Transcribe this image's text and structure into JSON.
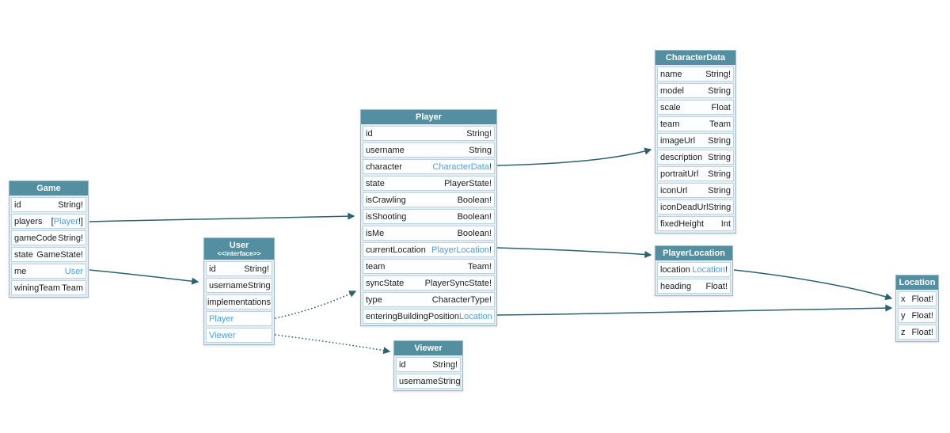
{
  "diagram": {
    "colors": {
      "header_bg": "#538fa0",
      "header_text": "#ffffff",
      "node_bg": "#e3edf3",
      "node_border": "#9cbcca",
      "row_bg": "#fcfeff",
      "row_border": "#bdd3de",
      "link": "#4fa0d9",
      "arrow": "#2d6170",
      "text": "#1b1b1b"
    }
  },
  "entities": {
    "game": {
      "title": "Game",
      "rows": [
        {
          "field": "id",
          "type": "String!"
        },
        {
          "field": "players",
          "pre": "[",
          "link": "Player",
          "post": "!]"
        },
        {
          "field": "gameCode",
          "type": "String!"
        },
        {
          "field": "state",
          "type": "GameState!"
        },
        {
          "field": "me",
          "link": "User"
        },
        {
          "field": "winingTeam",
          "type": "Team"
        }
      ]
    },
    "user": {
      "title": "User",
      "subtitle": "<<interface>>",
      "rows": [
        {
          "field": "id",
          "type": "String!"
        },
        {
          "field": "username",
          "type": "String"
        },
        {
          "field": "implementations",
          "center": true
        },
        {
          "field": "Player",
          "link_field": true
        },
        {
          "field": "Viewer",
          "link_field": true
        }
      ]
    },
    "player": {
      "title": "Player",
      "rows": [
        {
          "field": "id",
          "type": "String!"
        },
        {
          "field": "username",
          "type": "String"
        },
        {
          "field": "character",
          "link": "CharacterData",
          "post": "!"
        },
        {
          "field": "state",
          "type": "PlayerState!"
        },
        {
          "field": "isCrawling",
          "type": "Boolean!"
        },
        {
          "field": "isShooting",
          "type": "Boolean!"
        },
        {
          "field": "isMe",
          "type": "Boolean!"
        },
        {
          "field": "currentLocation",
          "link": "PlayerLocation",
          "post": "!"
        },
        {
          "field": "team",
          "type": "Team!"
        },
        {
          "field": "syncState",
          "type": "PlayerSyncState!"
        },
        {
          "field": "type",
          "type": "CharacterType!"
        },
        {
          "field": "enteringBuildingPosition",
          "link": "Location"
        }
      ]
    },
    "viewer": {
      "title": "Viewer",
      "rows": [
        {
          "field": "id",
          "type": "String!"
        },
        {
          "field": "username",
          "type": "String"
        }
      ]
    },
    "characterData": {
      "title": "CharacterData",
      "rows": [
        {
          "field": "name",
          "type": "String!"
        },
        {
          "field": "model",
          "type": "String"
        },
        {
          "field": "scale",
          "type": "Float"
        },
        {
          "field": "team",
          "type": "Team"
        },
        {
          "field": "imageUrl",
          "type": "String"
        },
        {
          "field": "description",
          "type": "String"
        },
        {
          "field": "portraitUrl",
          "type": "String"
        },
        {
          "field": "iconUrl",
          "type": "String"
        },
        {
          "field": "iconDeadUrl",
          "type": "String"
        },
        {
          "field": "fixedHeight",
          "type": "Int"
        }
      ]
    },
    "playerLocation": {
      "title": "PlayerLocation",
      "rows": [
        {
          "field": "location",
          "link": "Location",
          "post": "!"
        },
        {
          "field": "heading",
          "type": "Float!"
        }
      ]
    },
    "location": {
      "title": "Location",
      "rows": [
        {
          "field": "x",
          "type": "Float!"
        },
        {
          "field": "y",
          "type": "Float!"
        },
        {
          "field": "z",
          "type": "Float!"
        }
      ]
    }
  },
  "relations": [
    {
      "from": "Game.players",
      "to": "Player",
      "style": "solid"
    },
    {
      "from": "Game.me",
      "to": "User",
      "style": "solid"
    },
    {
      "from": "Player.character",
      "to": "CharacterData",
      "style": "solid"
    },
    {
      "from": "Player.currentLocation",
      "to": "PlayerLocation",
      "style": "solid"
    },
    {
      "from": "Player.enteringBuildingPosition",
      "to": "Location",
      "style": "solid"
    },
    {
      "from": "PlayerLocation.location",
      "to": "Location",
      "style": "solid"
    },
    {
      "from": "User.Player",
      "to": "Player",
      "style": "dotted"
    },
    {
      "from": "User.Viewer",
      "to": "Viewer",
      "style": "dotted"
    }
  ]
}
